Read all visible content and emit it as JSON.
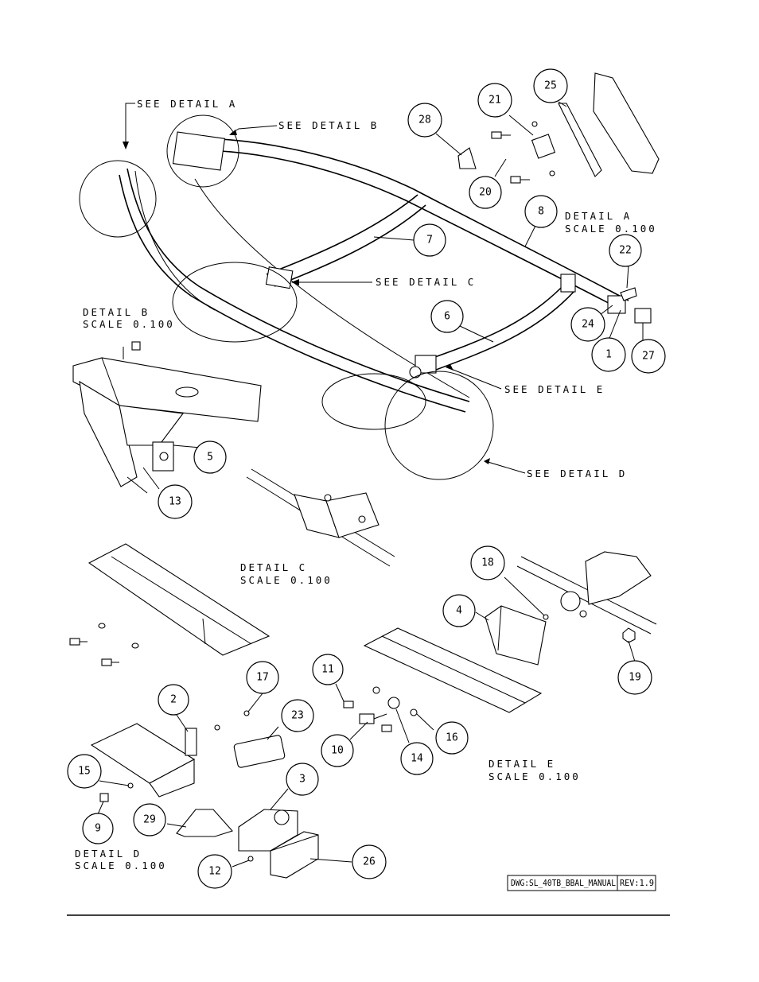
{
  "callouts": {
    "see_detail_a": "SEE DETAIL  A",
    "see_detail_b": "SEE DETAIL  B",
    "see_detail_c": "SEE DETAIL  C",
    "see_detail_d": "SEE DETAIL  D",
    "see_detail_e": "SEE DETAIL  E"
  },
  "details": {
    "a": {
      "title": "DETAIL  A",
      "scale": "SCALE  0.100"
    },
    "b": {
      "title": "DETAIL  B",
      "scale": "SCALE  0.100"
    },
    "c": {
      "title": "DETAIL  C",
      "scale": "SCALE  0.100"
    },
    "d": {
      "title": "DETAIL  D",
      "scale": "SCALE  0.100"
    },
    "e": {
      "title": "DETAIL  E",
      "scale": "SCALE  0.100"
    }
  },
  "balloons": [
    "1",
    "2",
    "3",
    "4",
    "5",
    "6",
    "7",
    "8",
    "9",
    "10",
    "11",
    "12",
    "13",
    "14",
    "15",
    "16",
    "17",
    "18",
    "19",
    "20",
    "21",
    "22",
    "23",
    "24",
    "25",
    "26",
    "27",
    "28",
    "29"
  ],
  "title_block": {
    "dwg": "DWG:SL_40TB_BBAL_MANUAL",
    "rev": "REV:1.9"
  }
}
